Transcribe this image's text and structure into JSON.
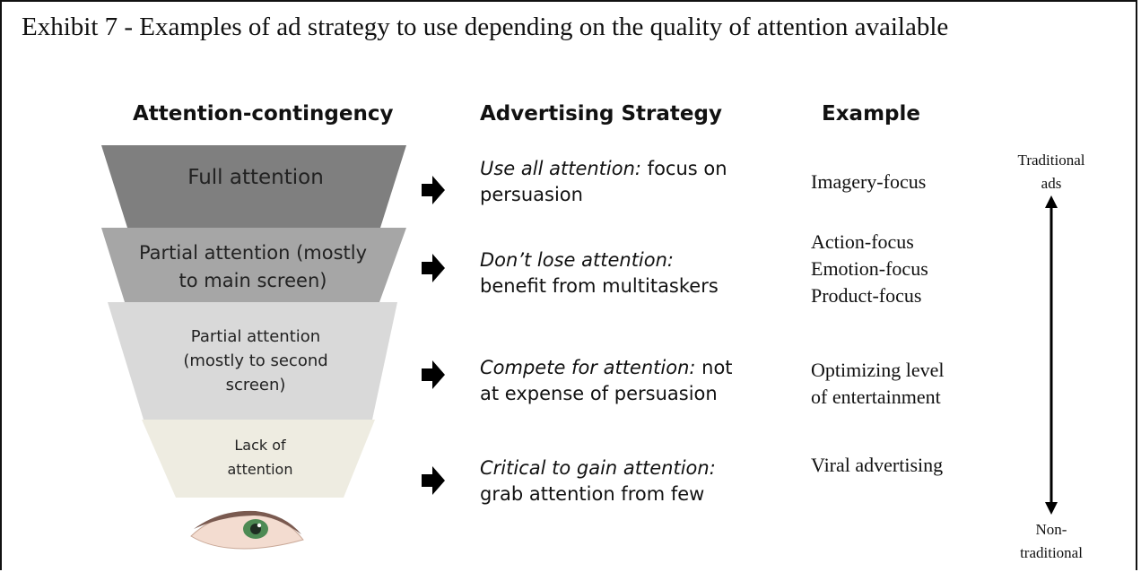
{
  "title": "Exhibit 7 - Examples of ad strategy to use depending on the quality of attention available",
  "headers": {
    "attention": "Attention-contingency",
    "strategy": "Advertising Strategy",
    "example": "Example"
  },
  "tiers": [
    {
      "lines": [
        "Full attention"
      ],
      "strategy_em": "Use all attention:",
      "strategy_rest_1": " focus on",
      "strategy_rest_2": "persuasion",
      "examples": [
        "Imagery-focus"
      ],
      "color": "#7f7f7f"
    },
    {
      "lines": [
        "Partial attention (mostly",
        "to main screen)"
      ],
      "strategy_em": "Don’t lose attention:",
      "strategy_rest_1": "",
      "strategy_rest_2": "benefit from multitaskers",
      "examples": [
        "Action-focus",
        "Emotion-focus",
        "Product-focus"
      ],
      "color": "#a6a6a6"
    },
    {
      "lines": [
        "Partial attention",
        "(mostly to second",
        "screen)"
      ],
      "strategy_em": "Compete for attention:",
      "strategy_rest_1": " not",
      "strategy_rest_2": "at expense of persuasion",
      "examples": [
        "Optimizing level",
        "of entertainment"
      ],
      "color": "#d9d9d9"
    },
    {
      "lines": [
        "Lack of",
        "attention"
      ],
      "strategy_em": "Critical to gain attention:",
      "strategy_rest_1": "",
      "strategy_rest_2": "grab attention from few",
      "examples": [
        "Viral advertising"
      ],
      "color": "#eeece1"
    }
  ],
  "axis": {
    "top_lines": [
      "Traditional",
      "ads"
    ],
    "bottom_lines": [
      "Non-",
      "traditional"
    ]
  },
  "eye_icon": "eye-icon"
}
